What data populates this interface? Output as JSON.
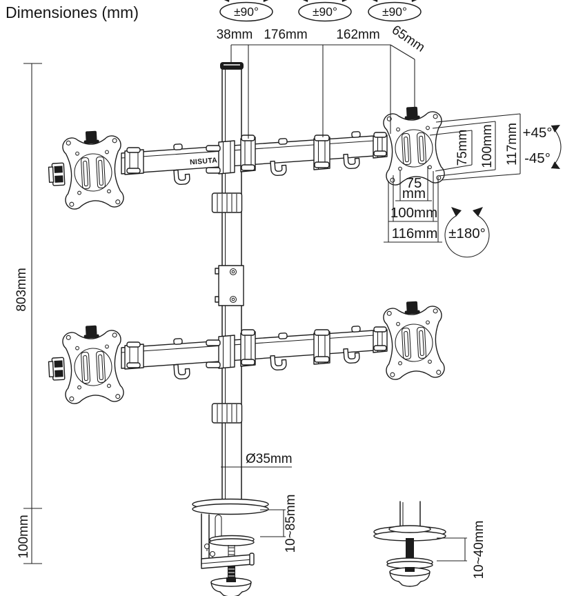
{
  "title": "Dimensiones (mm)",
  "brand": "NISUTA",
  "rotation": {
    "arm1": "±90°",
    "arm2": "±90°",
    "arm3": "±90°",
    "swivel": "±180°",
    "tilt_up": "+45°",
    "tilt_down": "-45°"
  },
  "dims": {
    "top_38": "38mm",
    "top_176": "176mm",
    "top_162": "162mm",
    "top_65": "65mm",
    "height_803": "803mm",
    "base_100": "100mm",
    "depth_75": "75mm",
    "depth_100": "100mm",
    "depth_117": "117mm",
    "vesa_75a": "75",
    "vesa_75b": "mm",
    "vesa_100": "100mm",
    "vesa_116": "116mm",
    "pole_d": "Ø35mm",
    "clamp": "10~85mm",
    "grommet": "10~40mm"
  },
  "colors": {
    "ink": "#1c1c1c",
    "background": "#ffffff"
  }
}
